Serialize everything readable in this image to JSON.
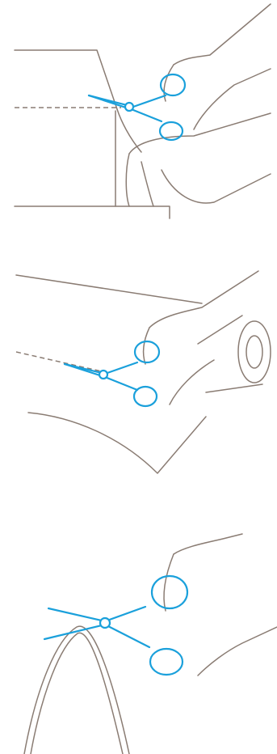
{
  "page": {
    "background": "#ffffff"
  },
  "colors": {
    "line": "#8a7c73",
    "scissors": "#1aa0db"
  },
  "illustrations": [
    {
      "id": "cut-box-edge",
      "icon": "scissors-icon"
    },
    {
      "id": "cut-tape-roll",
      "icon": "scissors-icon"
    },
    {
      "id": "cut-cord",
      "icon": "scissors-icon"
    }
  ]
}
